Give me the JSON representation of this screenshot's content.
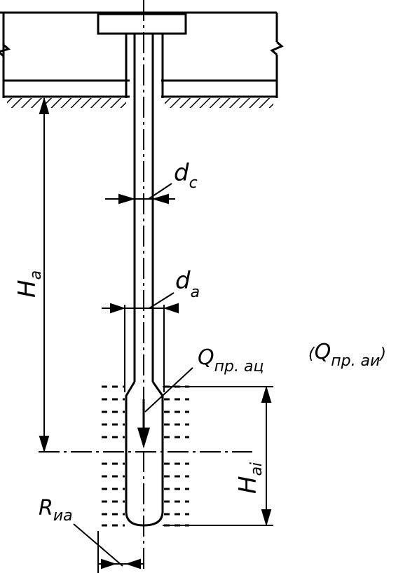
{
  "colors": {
    "ink": "#000000",
    "paper": "#ffffff"
  },
  "labels": {
    "dc_main": "d",
    "dc_sub": "c",
    "da_main": "d",
    "da_sub": "a",
    "q_main": "Q",
    "q_sub": "пр. ац",
    "q_alt_open": "(",
    "q_alt_main": "Q",
    "q_alt_sub": "пр. аи",
    "q_alt_close": ")",
    "ha_main": "H",
    "ha_sub": "a",
    "hai_main": "H",
    "hai_sub": "ai",
    "rna_main": "R",
    "rna_sub": "иа"
  }
}
